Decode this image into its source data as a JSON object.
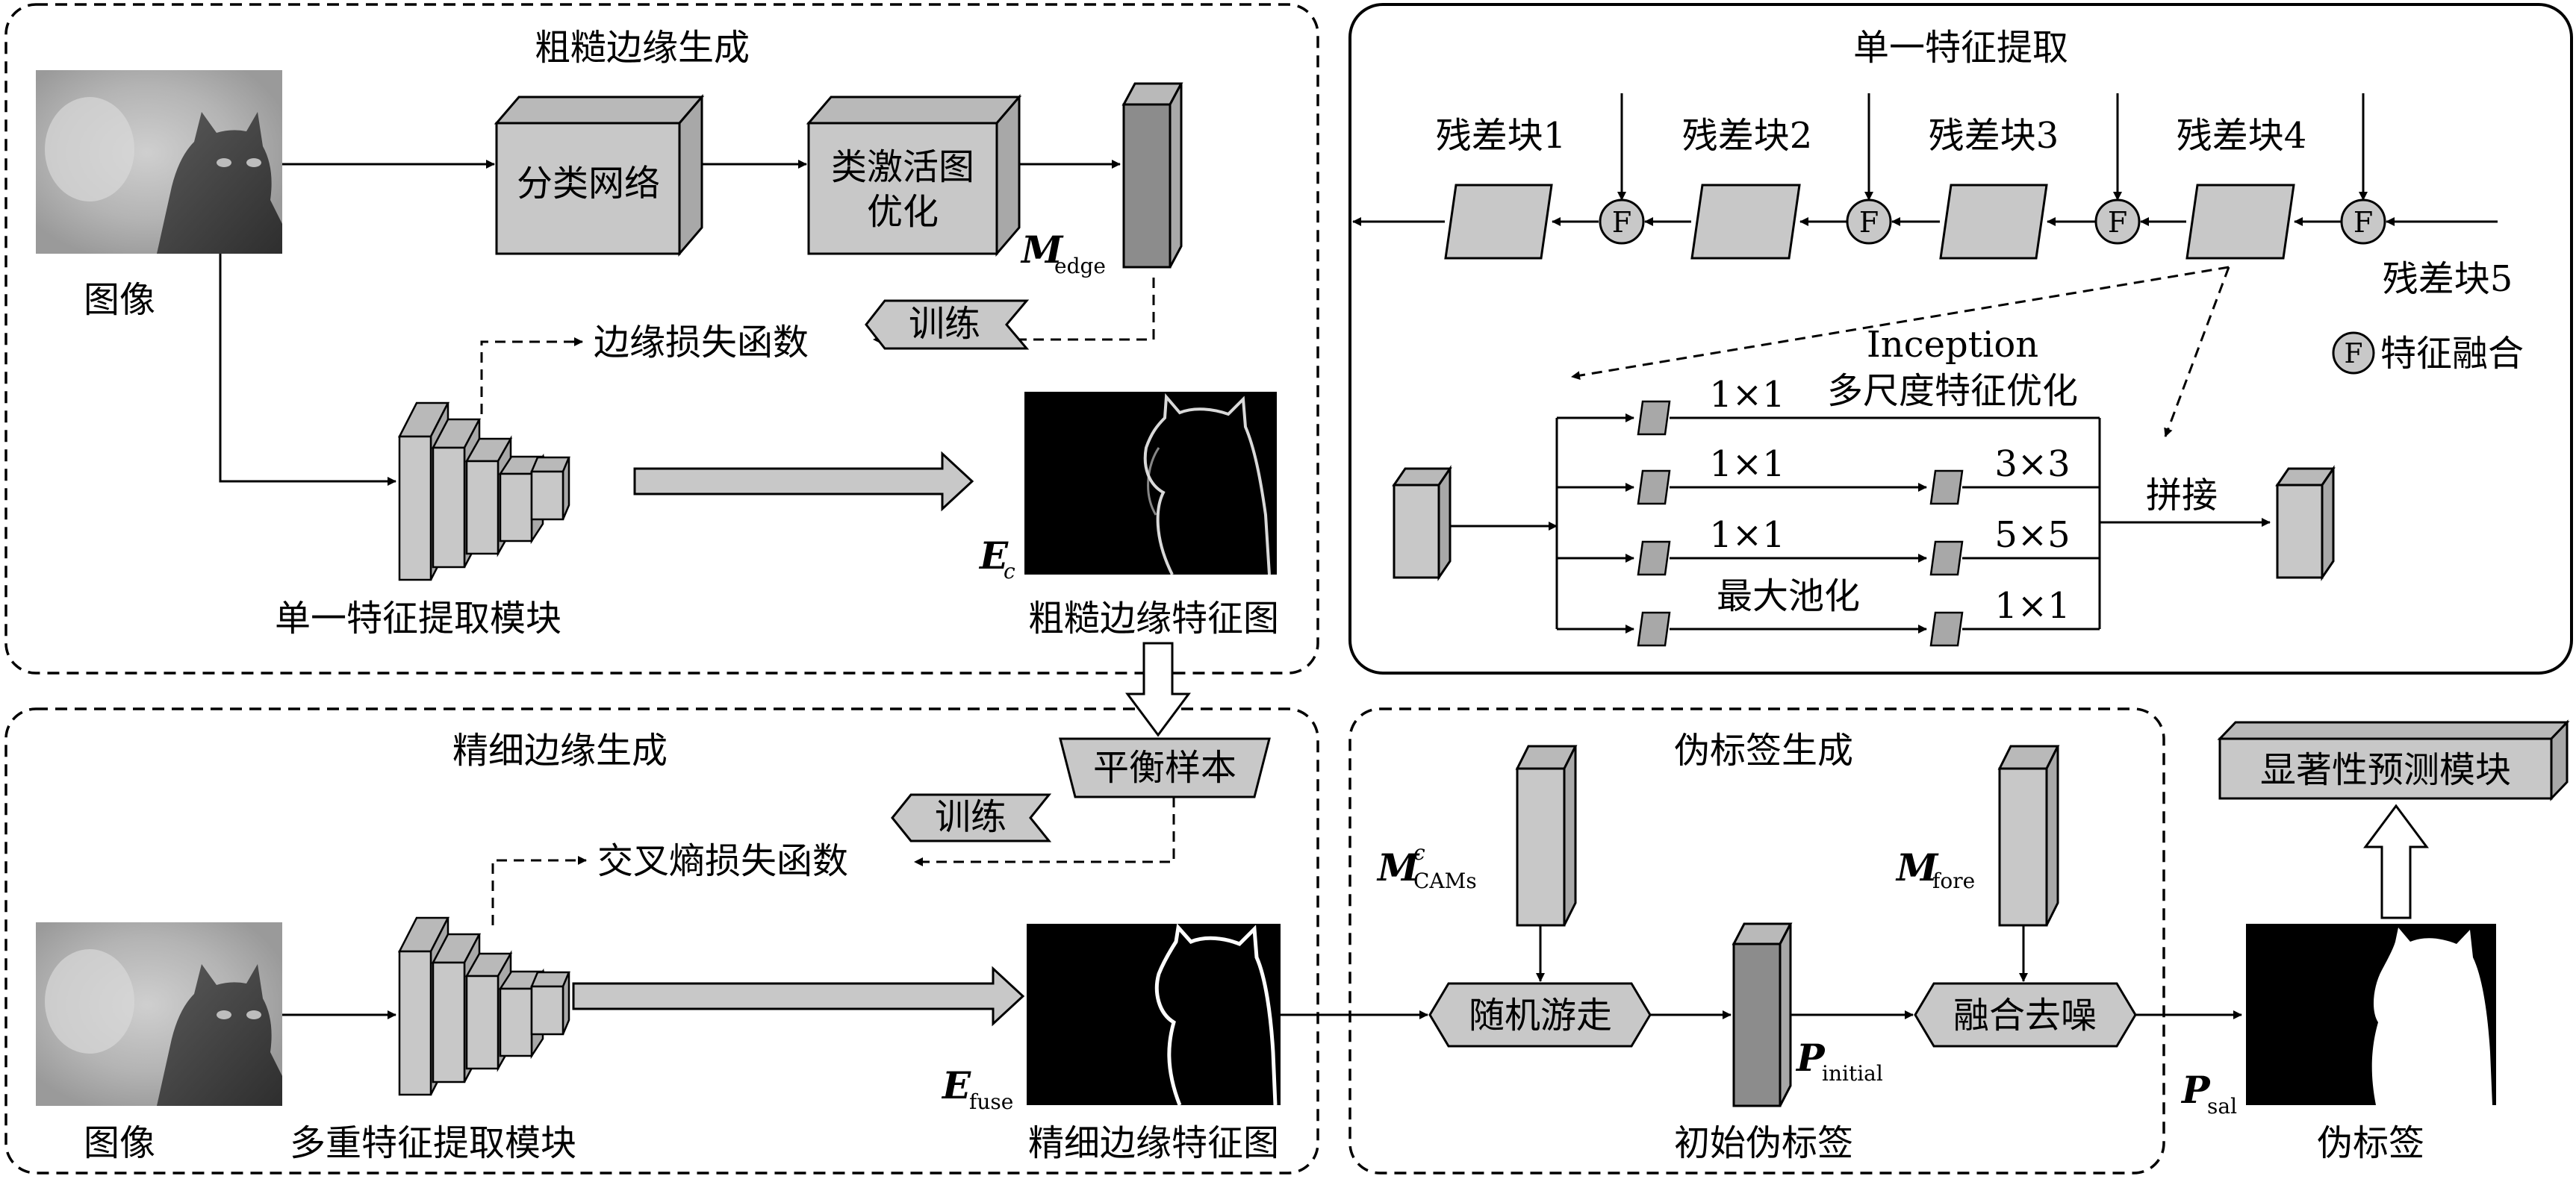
{
  "coarse": {
    "title": "粗糙边缘生成",
    "image_label": "图像",
    "classify_net": "分类网络",
    "cam_opt_1": "类激活图",
    "cam_opt_2": "优化",
    "m_edge_main": "M",
    "m_edge_sub": "edge",
    "train": "训练",
    "edge_loss": "边缘损失函数",
    "single_module": "单一特征提取模块",
    "ec_main": "E",
    "ec_sub": "c",
    "coarse_map": "粗糙边缘特征图"
  },
  "fine": {
    "title": "精细边缘生成",
    "balance": "平衡样本",
    "train": "训练",
    "ce_loss": "交叉熵损失函数",
    "image_label": "图像",
    "multi_module": "多重特征提取模块",
    "efuse_main": "E",
    "efuse_sub": "fuse",
    "fine_map": "精细边缘特征图"
  },
  "single": {
    "title": "单一特征提取",
    "res1": "残差块1",
    "res2": "残差块2",
    "res3": "残差块3",
    "res4": "残差块4",
    "res5": "残差块5",
    "f": "F",
    "fusion_legend": "特征融合",
    "inception": "Inception",
    "inception_sub": "多尺度特征优化",
    "b1": "1×1",
    "b2a": "1×1",
    "b2b": "3×3",
    "b3a": "1×1",
    "b3b": "5×5",
    "b4a": "最大池化",
    "b4b": "1×1",
    "concat": "拼接"
  },
  "pseudo": {
    "title": "伪标签生成",
    "mcams_main": "M",
    "mcams_sup": "c",
    "mcams_sub": "CAMs",
    "mfore_main": "M",
    "mfore_sub": "fore",
    "random_walk": "随机游走",
    "denoise": "融合去噪",
    "pinit_main": "P",
    "pinit_sub": "initial",
    "initial_label": "初始伪标签",
    "psal_main": "P",
    "psal_sub": "sal",
    "pseudo_label": "伪标签",
    "saliency_module": "显著性预测模块"
  },
  "colors": {
    "box_gray": "#c8c8c8",
    "box_dark": "#8c8c8c",
    "box_side": "#a8a8a8"
  }
}
